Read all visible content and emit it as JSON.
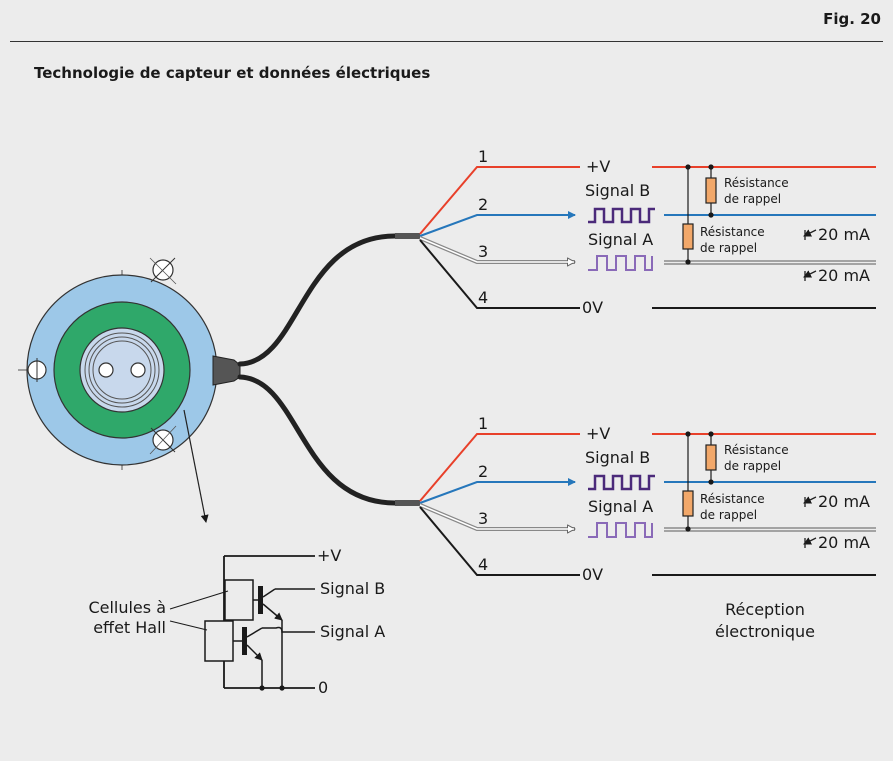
{
  "figure_label": "Fig. 20",
  "title": "Technologie de capteur et données électriques",
  "wires": {
    "n1": "1",
    "n2": "2",
    "n3": "3",
    "n4": "4",
    "supply": "+V",
    "ground": "0V"
  },
  "signals": {
    "b": "Signal B",
    "a": "Signal A"
  },
  "pullup": {
    "line1": "Résistance",
    "line2": "de rappel"
  },
  "current": "20 mA",
  "hall": {
    "cells_line1": "Cellules à",
    "cells_line2": "effet Hall",
    "supply": "+V",
    "signal_b": "Signal B",
    "signal_a": "Signal A",
    "ground": "0"
  },
  "reception": {
    "line1": "Réception",
    "line2": "électronique"
  },
  "colors": {
    "supply": "#e8402a",
    "signal_b": "#2677bb",
    "signal_a": "#9a9a9a",
    "ground": "#1a1a1a",
    "square_b": "#4b2a7a",
    "square_a": "#8a6ab8",
    "resistor": "#f2a86a",
    "housing": "#9dc8e8",
    "ring": "#2fa86a",
    "hub": "#c8d8ec"
  }
}
